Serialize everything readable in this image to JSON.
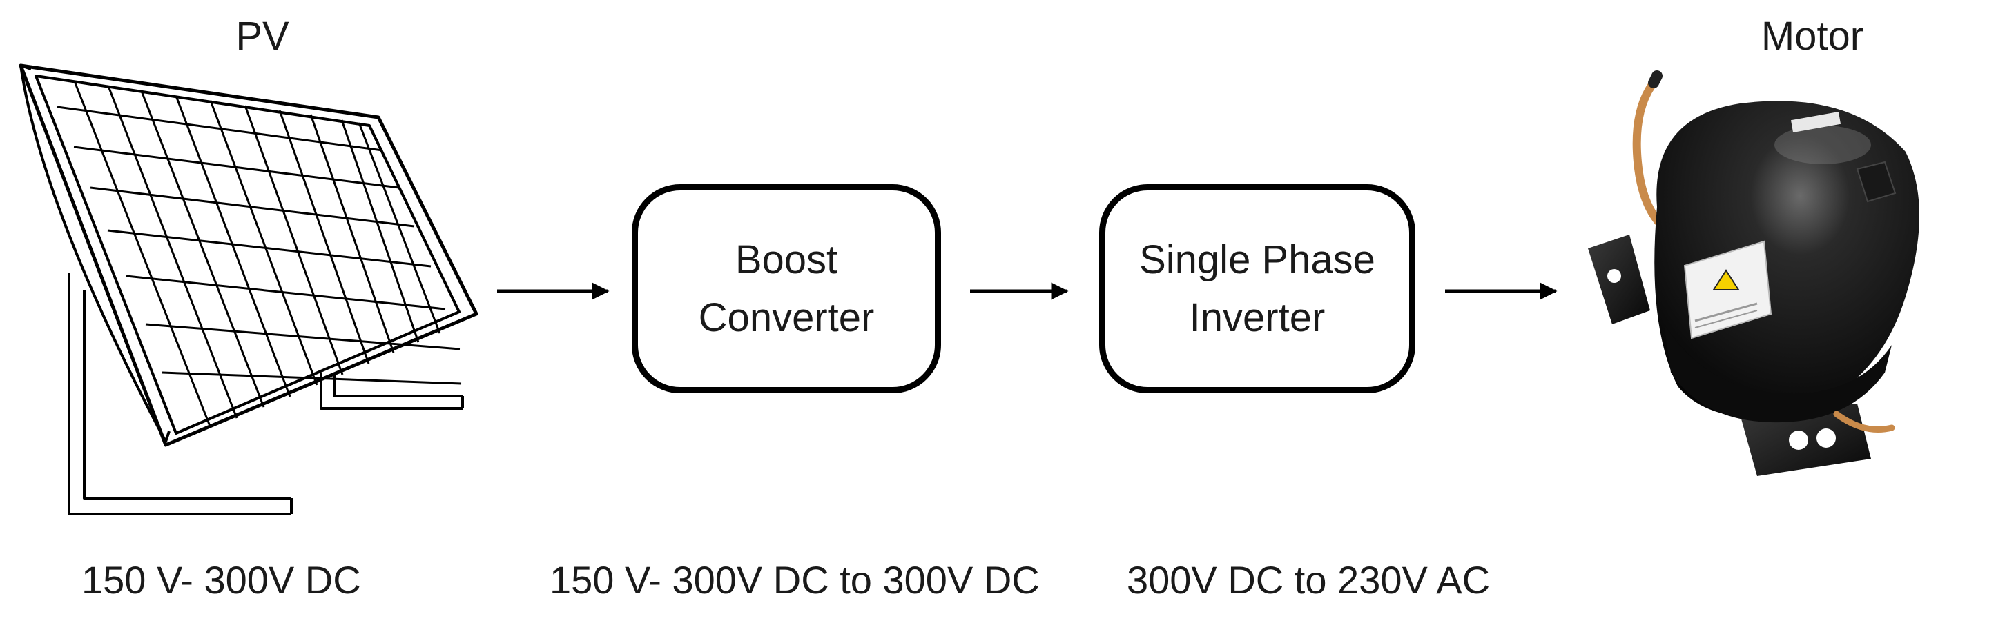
{
  "labels": {
    "pv": "PV",
    "motor": "Motor"
  },
  "blocks": {
    "boost": {
      "line1": "Boost",
      "line2": "Converter"
    },
    "inverter": {
      "line1": "Single Phase",
      "line2": "Inverter"
    }
  },
  "voltages": {
    "pv": "150 V- 300V  DC",
    "boost": "150 V- 300V  DC to 300V DC",
    "inverter": "300V  DC to 230V AC"
  },
  "icons": {
    "pv": "solar-panel-icon",
    "motor": "compressor-motor-icon"
  },
  "colors": {
    "stroke": "#000000",
    "motor_body": "#101010",
    "copper": "#c98a4a"
  }
}
